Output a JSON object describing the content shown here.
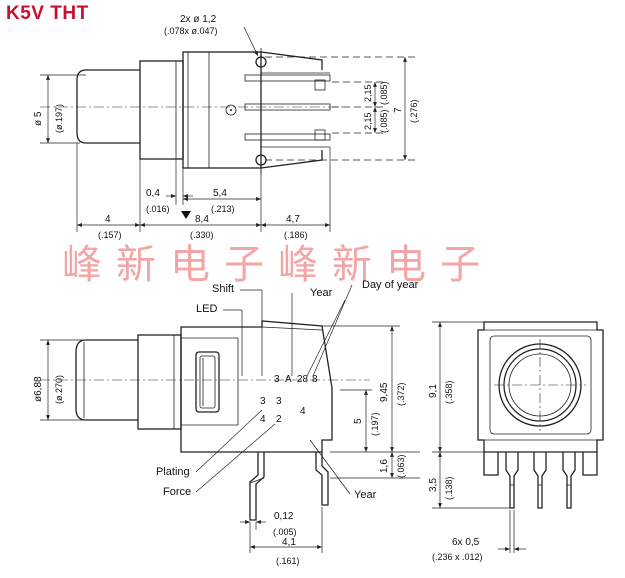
{
  "title": "K5V THT",
  "watermark": "峰新电子峰新电子",
  "top_view": {
    "hole_spec": "2x ø 1,2",
    "hole_spec_in": "(.078x ø.047)",
    "dia": "ø 5",
    "dia_in": "(ø.197)",
    "d_0_4": "0,4",
    "d_0_4_in": "(.016)",
    "d_5_4": "5,4",
    "d_5_4_in": "(.213)",
    "d_4": "4",
    "d_4_in": "(.157)",
    "d_8_4": "8,4",
    "d_8_4_in": "(.330)",
    "d_4_7": "4,7",
    "d_4_7_in": "(.186)",
    "d_2_15a": "2,15",
    "d_2_15a_in": "(.085)",
    "d_2_15b": "2,15",
    "d_2_15b_in": "(.085)",
    "d_7": "7",
    "d_7_in": "(.276)"
  },
  "side_view": {
    "lbl_shift": "Shift",
    "lbl_led": "LED",
    "lbl_year": "Year",
    "lbl_day": "Day of year",
    "lbl_plating": "Plating",
    "lbl_force": "Force",
    "lbl_year2": "Year",
    "num_3": "3",
    "num_a": "A",
    "num_28": "28",
    "num_8": "8",
    "num_3b": "3",
    "num_3c": "3",
    "num_4": "4",
    "num_2": "2",
    "num_4b": "4",
    "dia": "ø6,88",
    "dia_in": "(ø.270)",
    "d_9_45": "9,45",
    "d_9_45_in": "(.372)",
    "d_5": "5",
    "d_5_in": "(.197)",
    "d_1_6": "1,6",
    "d_1_6_in": "(.063)",
    "d_0_12": "0,12",
    "d_0_12_in": "(.005)",
    "d_4_1": "4,1",
    "d_4_1_in": "(.161)"
  },
  "front_view": {
    "d_9_1": "9,1",
    "d_9_1_in": "(.358)",
    "d_3_5": "3,5",
    "d_3_5_in": "(.138)",
    "pitch": "6x 0,5",
    "pitch_in": "(.236 x .012)"
  }
}
